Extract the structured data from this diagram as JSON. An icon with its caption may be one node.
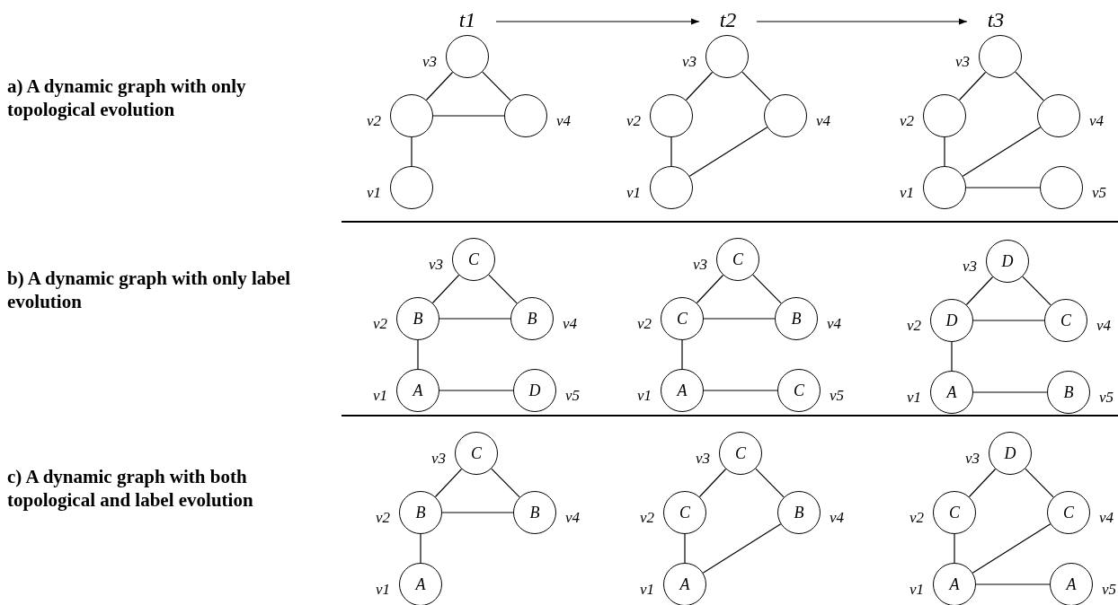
{
  "diagram": {
    "nodes": [
      {
        "text": [
          "t1"
        ]
      },
      {
        "text": [
          "t2"
        ]
      },
      {
        "text": [
          "t3"
        ]
      },
      {
        "text": [],
        "shape": "circle",
        "beside": [
          "v3"
        ]
      },
      {
        "text": [],
        "shape": "circle",
        "beside": [
          "v2"
        ]
      },
      {
        "text": [],
        "shape": "circle",
        "beside": [
          "v4"
        ]
      },
      {
        "text": [],
        "shape": "circle",
        "beside": [
          "v1"
        ]
      },
      {
        "text": [],
        "shape": "circle",
        "beside": [
          "v3"
        ]
      },
      {
        "text": [],
        "shape": "circle",
        "beside": [
          "v2"
        ]
      },
      {
        "text": [],
        "shape": "circle",
        "beside": [
          "v4"
        ]
      },
      {
        "text": [],
        "shape": "circle",
        "beside": [
          "v1"
        ]
      },
      {
        "text": [],
        "shape": "circle",
        "beside": [
          "v3"
        ]
      },
      {
        "text": [],
        "shape": "circle",
        "beside": [
          "v2"
        ]
      },
      {
        "text": [],
        "shape": "circle",
        "beside": [
          "v4"
        ]
      },
      {
        "text": [],
        "shape": "circle",
        "beside": [
          "v1"
        ]
      },
      {
        "text": [],
        "shape": "circle",
        "beside": [
          "v5"
        ]
      },
      {
        "text": [
          "C"
        ],
        "beside": [
          "v3"
        ]
      },
      {
        "text": [
          "B"
        ],
        "beside": [
          "v2"
        ]
      },
      {
        "text": [
          "B"
        ],
        "beside": [
          "v4"
        ]
      },
      {
        "text": [
          "A"
        ],
        "beside": [
          "v1"
        ]
      },
      {
        "text": [
          "D"
        ],
        "beside": [
          "v5"
        ]
      },
      {
        "text": [
          "C"
        ],
        "beside": [
          "v3"
        ]
      },
      {
        "text": [
          "C"
        ],
        "beside": [
          "v2"
        ]
      },
      {
        "text": [
          "B"
        ],
        "beside": [
          "v4"
        ]
      },
      {
        "text": [
          "A"
        ],
        "beside": [
          "v1"
        ]
      },
      {
        "text": [
          "C"
        ],
        "beside": [
          "v5"
        ]
      },
      {
        "text": [
          "D"
        ],
        "beside": [
          "v3"
        ]
      },
      {
        "text": [
          "D"
        ],
        "beside": [
          "v2"
        ]
      },
      {
        "text": [
          "C"
        ],
        "beside": [
          "v4"
        ]
      },
      {
        "text": [
          "A"
        ],
        "beside": [
          "v1"
        ]
      },
      {
        "text": [
          "B"
        ],
        "beside": [
          "v5"
        ]
      },
      {
        "text": [
          "C"
        ],
        "beside": [
          "v3"
        ]
      },
      {
        "text": [
          "B"
        ],
        "beside": [
          "v2"
        ]
      },
      {
        "text": [
          "B"
        ],
        "beside": [
          "v4"
        ]
      },
      {
        "text": [
          "A"
        ],
        "beside": [
          "v1"
        ]
      },
      {
        "text": [
          "C"
        ],
        "beside": [
          "v3"
        ]
      },
      {
        "text": [
          "C"
        ],
        "beside": [
          "v2"
        ]
      },
      {
        "text": [
          "B"
        ],
        "beside": [
          "v4"
        ]
      },
      {
        "text": [
          "A"
        ],
        "beside": [
          "v1"
        ]
      },
      {
        "text": [
          "D"
        ],
        "beside": [
          "v3"
        ]
      },
      {
        "text": [
          "C"
        ],
        "beside": [
          "v2"
        ]
      },
      {
        "text": [
          "C"
        ],
        "beside": [
          "v4"
        ]
      },
      {
        "text": [
          "A"
        ],
        "beside": [
          "v1"
        ]
      },
      {
        "text": [
          "A"
        ],
        "beside": [
          "v5"
        ]
      }
    ],
    "edges": [
      {
        "from": 0,
        "to": 1,
        "arrow": "to"
      },
      {
        "from": 1,
        "to": 2,
        "arrow": "to"
      },
      {
        "from": 3,
        "to": 4,
        "arrow": "none"
      },
      {
        "from": 3,
        "to": 5,
        "arrow": "none"
      },
      {
        "from": 4,
        "to": 5,
        "arrow": "none"
      },
      {
        "from": 4,
        "to": 6,
        "arrow": "none"
      },
      {
        "from": 7,
        "to": 8,
        "arrow": "none"
      },
      {
        "from": 7,
        "to": 9,
        "arrow": "none"
      },
      {
        "from": 8,
        "to": 10,
        "arrow": "none"
      },
      {
        "from": 10,
        "to": 9,
        "arrow": "none"
      },
      {
        "from": 11,
        "to": 12,
        "arrow": "none"
      },
      {
        "from": 11,
        "to": 13,
        "arrow": "none"
      },
      {
        "from": 12,
        "to": 14,
        "arrow": "none"
      },
      {
        "from": 14,
        "to": 13,
        "arrow": "none"
      },
      {
        "from": 14,
        "to": 15,
        "arrow": "none"
      },
      {
        "from": 16,
        "to": 17,
        "arrow": "none"
      },
      {
        "from": 16,
        "to": 18,
        "arrow": "none"
      },
      {
        "from": 17,
        "to": 18,
        "arrow": "none"
      },
      {
        "from": 17,
        "to": 19,
        "arrow": "none"
      },
      {
        "from": 19,
        "to": 20,
        "arrow": "none"
      },
      {
        "from": 21,
        "to": 22,
        "arrow": "none"
      },
      {
        "from": 21,
        "to": 23,
        "arrow": "none"
      },
      {
        "from": 22,
        "to": 23,
        "arrow": "none"
      },
      {
        "from": 22,
        "to": 24,
        "arrow": "none"
      },
      {
        "from": 24,
        "to": 25,
        "arrow": "none"
      },
      {
        "from": 26,
        "to": 27,
        "arrow": "none"
      },
      {
        "from": 26,
        "to": 28,
        "arrow": "none"
      },
      {
        "from": 27,
        "to": 28,
        "arrow": "none"
      },
      {
        "from": 27,
        "to": 29,
        "arrow": "none"
      },
      {
        "from": 29,
        "to": 30,
        "arrow": "none"
      },
      {
        "from": 31,
        "to": 32,
        "arrow": "none"
      },
      {
        "from": 31,
        "to": 33,
        "arrow": "none"
      },
      {
        "from": 32,
        "to": 33,
        "arrow": "none"
      },
      {
        "from": 32,
        "to": 34,
        "arrow": "none"
      },
      {
        "from": 35,
        "to": 36,
        "arrow": "none"
      },
      {
        "from": 35,
        "to": 37,
        "arrow": "none"
      },
      {
        "from": 36,
        "to": 38,
        "arrow": "none"
      },
      {
        "from": 38,
        "to": 37,
        "arrow": "none"
      },
      {
        "from": 39,
        "to": 40,
        "arrow": "none"
      },
      {
        "from": 39,
        "to": 41,
        "arrow": "none"
      },
      {
        "from": 40,
        "to": 42,
        "arrow": "none"
      },
      {
        "from": 42,
        "to": 41,
        "arrow": "none"
      },
      {
        "from": 42,
        "to": 43,
        "arrow": "none"
      }
    ],
    "labels": [
      "a) A dynamic graph with only topological evolution",
      "b) A dynamic graph with only label evolution",
      "c) A dynamic graph with both topological and label evolution"
    ]
  }
}
